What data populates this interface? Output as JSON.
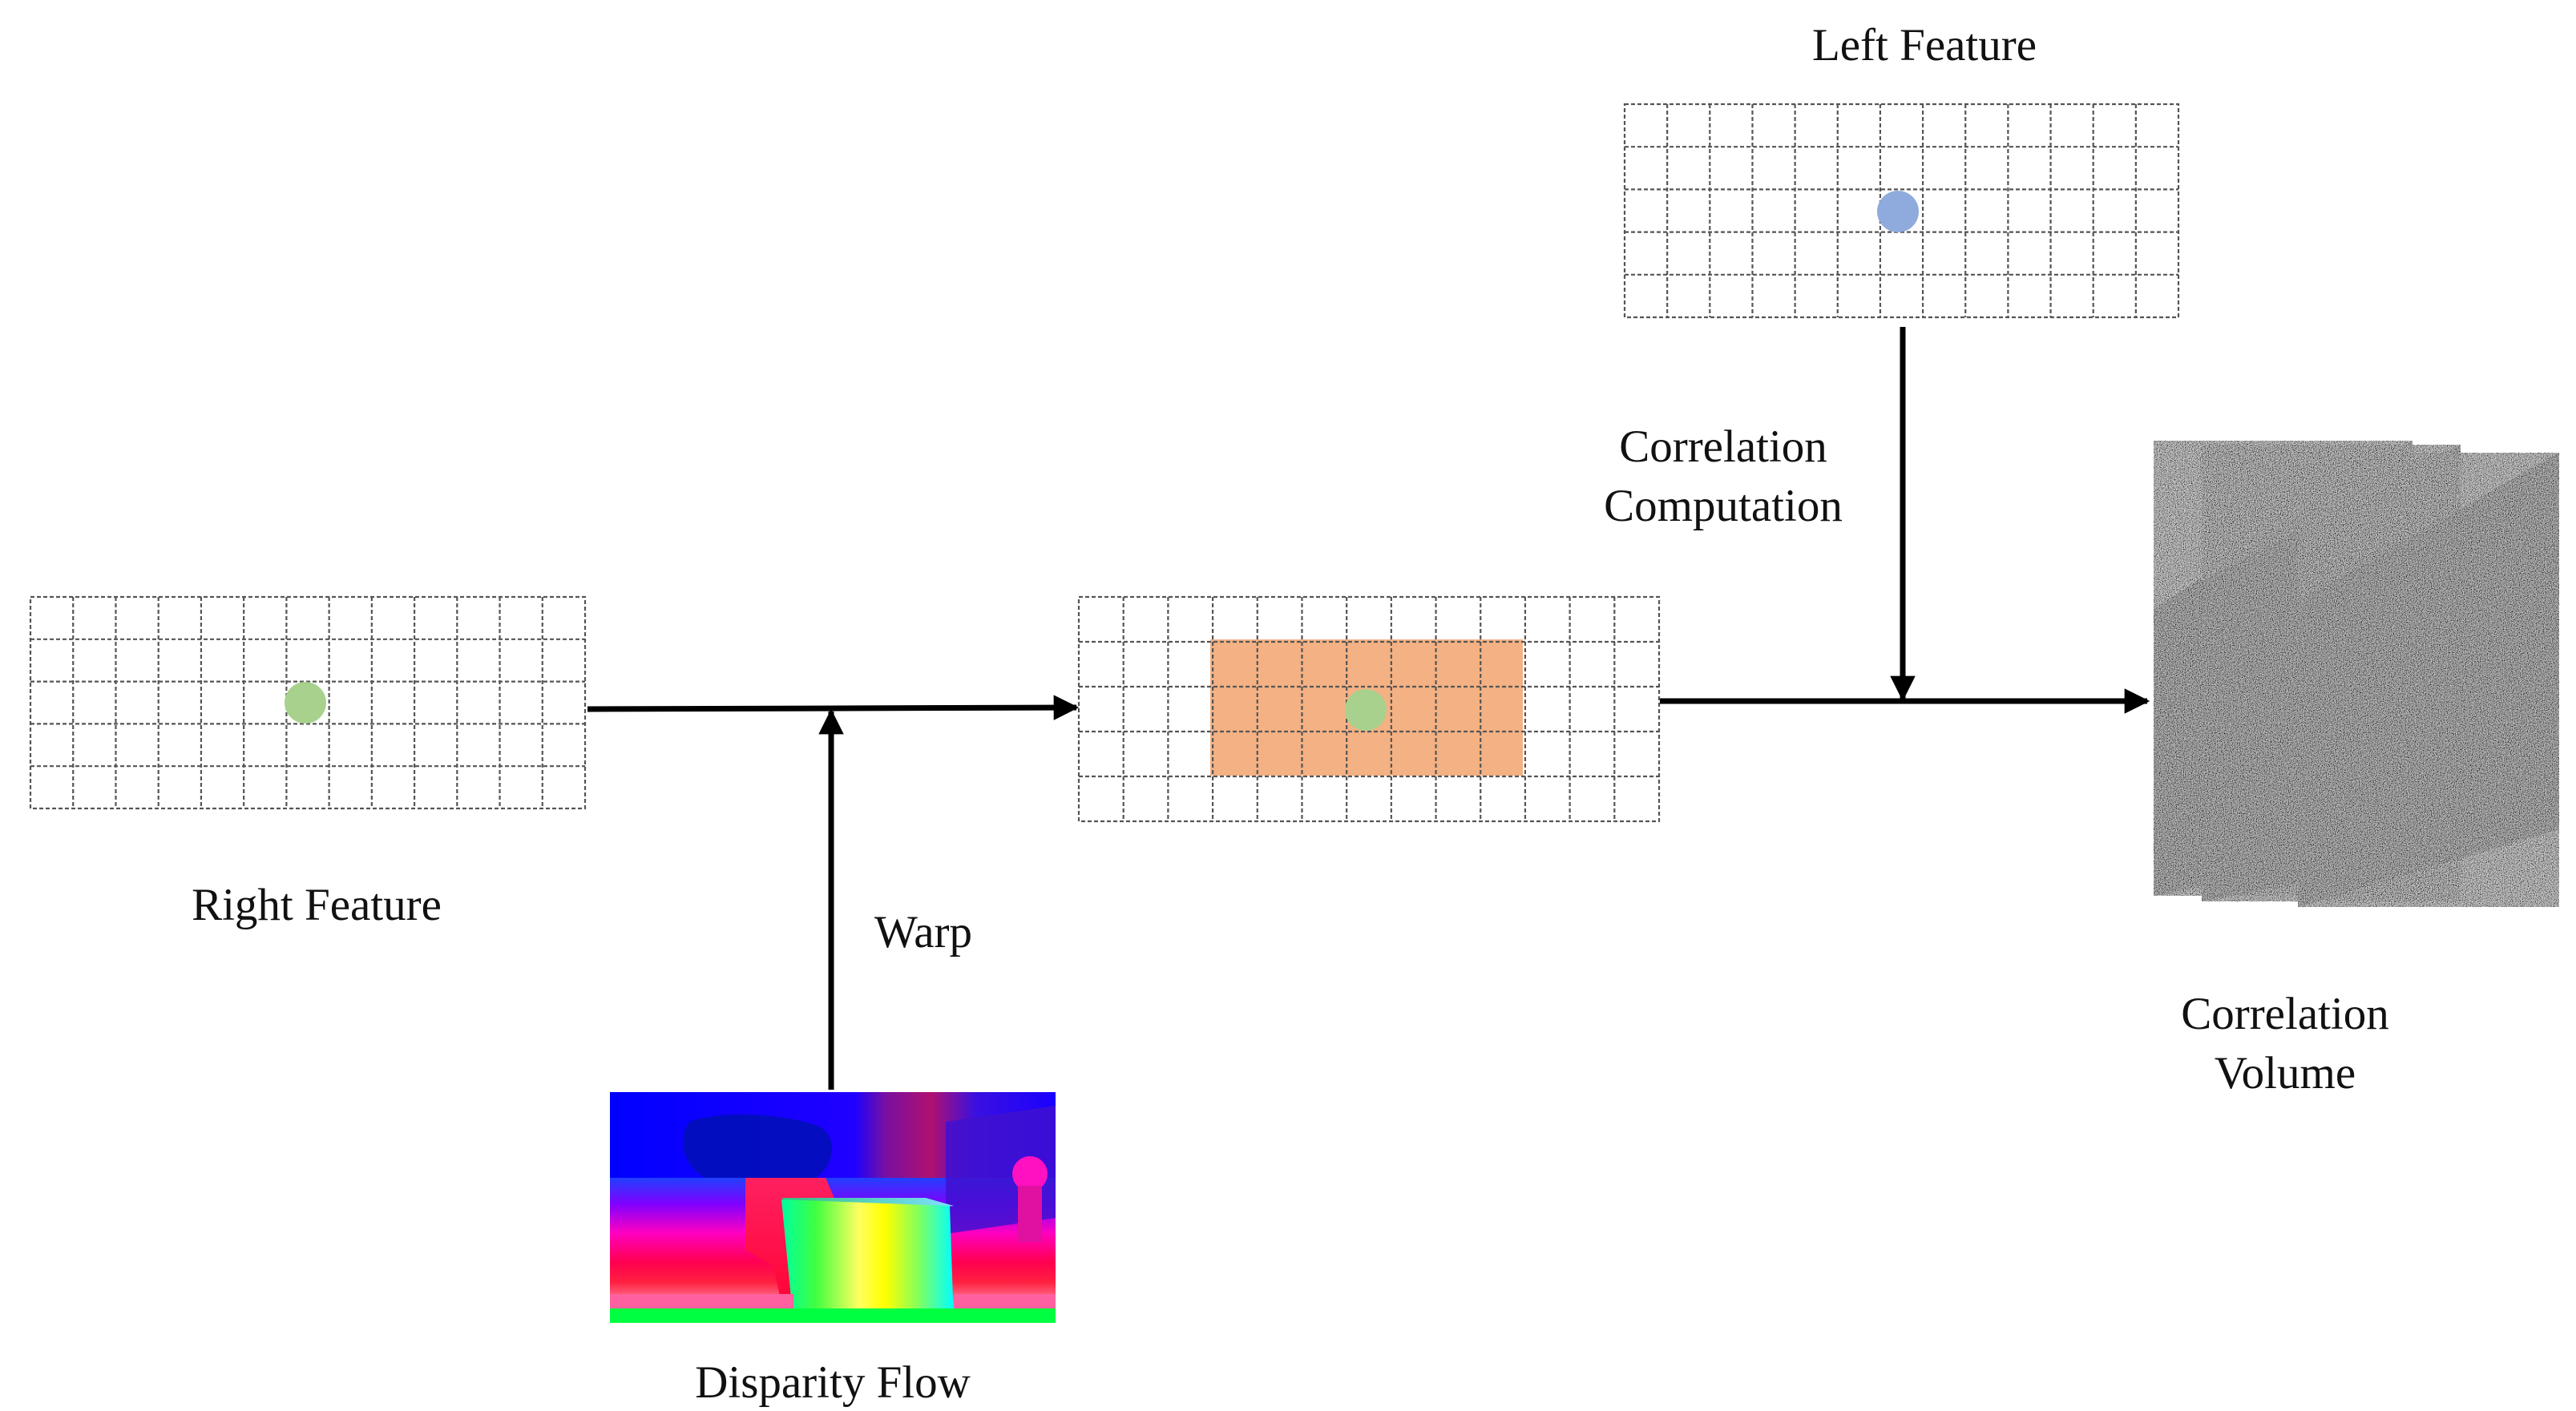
{
  "labels": {
    "left_feature": "Left Feature",
    "right_feature": "Right Feature",
    "warp": "Warp",
    "disparity_flow": "Disparity Flow",
    "correlation_computation": [
      "Correlation",
      "Computation"
    ],
    "correlation_volume": [
      "Correlation",
      "Volume"
    ]
  },
  "colors": {
    "grid_line": "#555555",
    "right_feature_point": "#a9d18e",
    "left_feature_point": "#8faadc",
    "search_window": "#f4b183",
    "arrow": "#000000",
    "noise_texture": "#555555"
  },
  "icons": {
    "disparity_flow_image": "disparity-map-image",
    "correlation_volume_image": "noise-volume-image"
  }
}
